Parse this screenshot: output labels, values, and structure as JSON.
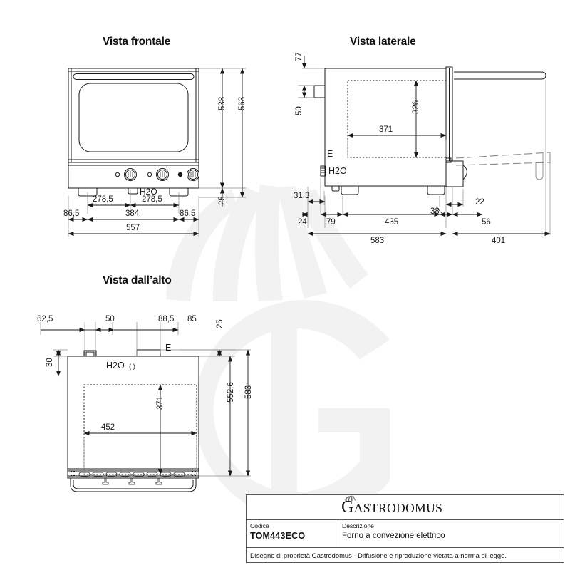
{
  "drawing": {
    "kind": "technical-drawing",
    "language": "it",
    "views": [
      {
        "id": "front",
        "title": "Vista frontale"
      },
      {
        "id": "side",
        "title": "Vista laterale"
      },
      {
        "id": "top",
        "title": "Vista dall’alto"
      }
    ],
    "colors": {
      "line": "#1a1a1a",
      "thin_line": "#555555",
      "dimension_line": "#888888",
      "watermark": "#f2f2f2",
      "background": "#ffffff"
    }
  },
  "front_view": {
    "title": "Vista frontale",
    "labels": {
      "water_inlet": "H2O"
    },
    "dimensions": {
      "height_body": "538",
      "height_total": "563",
      "height_feet": "25",
      "knob_left_span": "278,5",
      "knob_right_span": "278,5",
      "edge_left": "86,5",
      "center_span": "384",
      "edge_right": "86,5",
      "width_total": "557"
    }
  },
  "side_view": {
    "title": "Vista laterale",
    "labels": {
      "electrical": "E",
      "water_inlet": "H2O"
    },
    "dimensions": {
      "top_offset": "77",
      "inlet_height": "50",
      "chamber_height": "326",
      "chamber_depth": "371",
      "foot_offset": "31,3",
      "rear_edge": "24",
      "rear_panel": "79",
      "body_depth": "435",
      "door_thickness": "38",
      "handle_offset": "22",
      "handle_depth": "56",
      "depth_total": "583",
      "door_open_depth": "401"
    }
  },
  "top_view": {
    "title": "Vista dall’alto",
    "labels": {
      "electrical": "E",
      "water_inlet": "H2O",
      "water_inlet_suffix": "( )"
    },
    "dimensions": {
      "left_offset": "62,5",
      "water_spacing": "50",
      "elec_offset": "88,5",
      "elec_spacing": "85",
      "rear_projection": "25",
      "front_offset": "30",
      "chamber_depth": "371",
      "chamber_width": "452",
      "body_depth": "552,6",
      "depth_total": "583"
    }
  },
  "title_block": {
    "brand": {
      "lead": "G",
      "rest": "ASTRODOMUS",
      "full": "Gastrodomus"
    },
    "code_label": "Codice",
    "code_value": "TOM443ECO",
    "description_label": "Descrizione",
    "description_value": "Forno a convezione elettrico",
    "footer_note": "Disegno di proprietà Gastrodomus -  Diffusione e riproduzione vietata a norma di legge."
  },
  "watermark": {
    "letter": "G"
  }
}
